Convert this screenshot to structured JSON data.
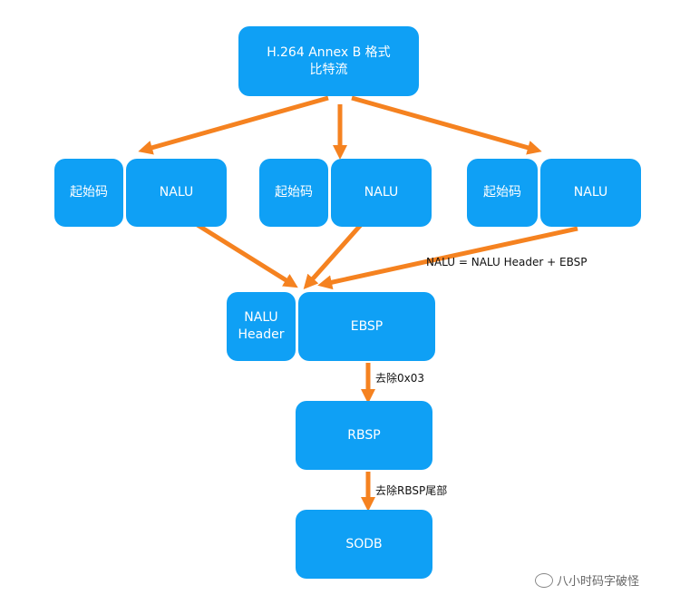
{
  "nodes": {
    "root": "H.264 Annex B 格式\n比特流",
    "start_code_1": "起始码",
    "nalu_1": "NALU",
    "start_code_2": "起始码",
    "nalu_2": "NALU",
    "start_code_3": "起始码",
    "nalu_3": "NALU",
    "nalu_header": "NALU\nHeader",
    "ebsp": "EBSP",
    "rbsp": "RBSP",
    "sodb": "SODB"
  },
  "labels": {
    "nalu_equation": "NALU = NALU Header + EBSP",
    "remove_0x03": "去除0x03",
    "remove_rbsp_trailing": "去除RBSP尾部"
  },
  "watermark": "八小时码字破怪",
  "colors": {
    "node_fill": "#0fa0f5",
    "arrow": "#f58220"
  }
}
